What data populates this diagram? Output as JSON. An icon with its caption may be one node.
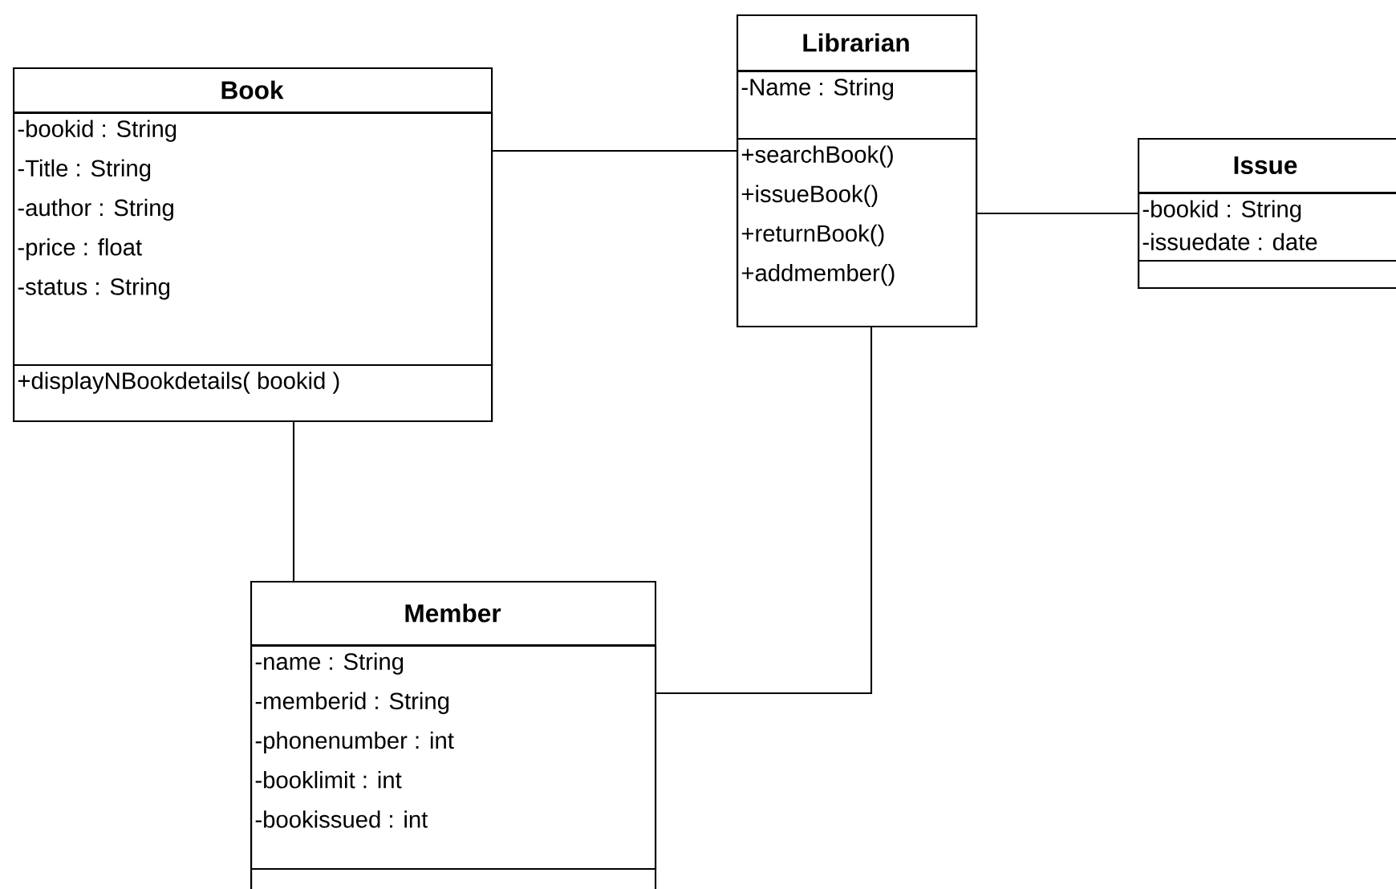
{
  "diagram": {
    "nodes": [
      {
        "text": [
          "Book"
        ]
      },
      {
        "text": [
          "-bookid : String",
          "-Title : String",
          "-author : String",
          "-price : float",
          "-status : String"
        ],
        "in": 0
      },
      {
        "text": [
          "+displayNBookdetails( bookid )"
        ],
        "in": 0
      },
      {
        "text": [
          "Librarian"
        ]
      },
      {
        "text": [
          "-Name : String"
        ],
        "in": 3
      },
      {
        "text": [
          "+searchBook()",
          "+issueBook()",
          "+returnBook()",
          "+addmember()"
        ],
        "in": 3
      },
      {
        "text": [
          "Issue"
        ]
      },
      {
        "text": [
          "-bookid : String",
          "-issuedate : date"
        ],
        "in": 6
      },
      {
        "text": [],
        "shape": "box",
        "in": 6
      },
      {
        "text": [
          "Member"
        ]
      },
      {
        "text": [
          "-name : String",
          "-memberid : String",
          "-phonenumber : int",
          "-booklimit : int",
          "-bookissued : int"
        ],
        "in": 9
      },
      {
        "text": [],
        "shape": "box",
        "in": 9
      }
    ],
    "edges": [
      {
        "from": 0,
        "to": 3,
        "arrow": "none"
      },
      {
        "from": 3,
        "to": 6,
        "arrow": "none"
      },
      {
        "from": 0,
        "to": 9,
        "arrow": "none"
      },
      {
        "from": 3,
        "to": 9,
        "arrow": "none"
      }
    ]
  }
}
